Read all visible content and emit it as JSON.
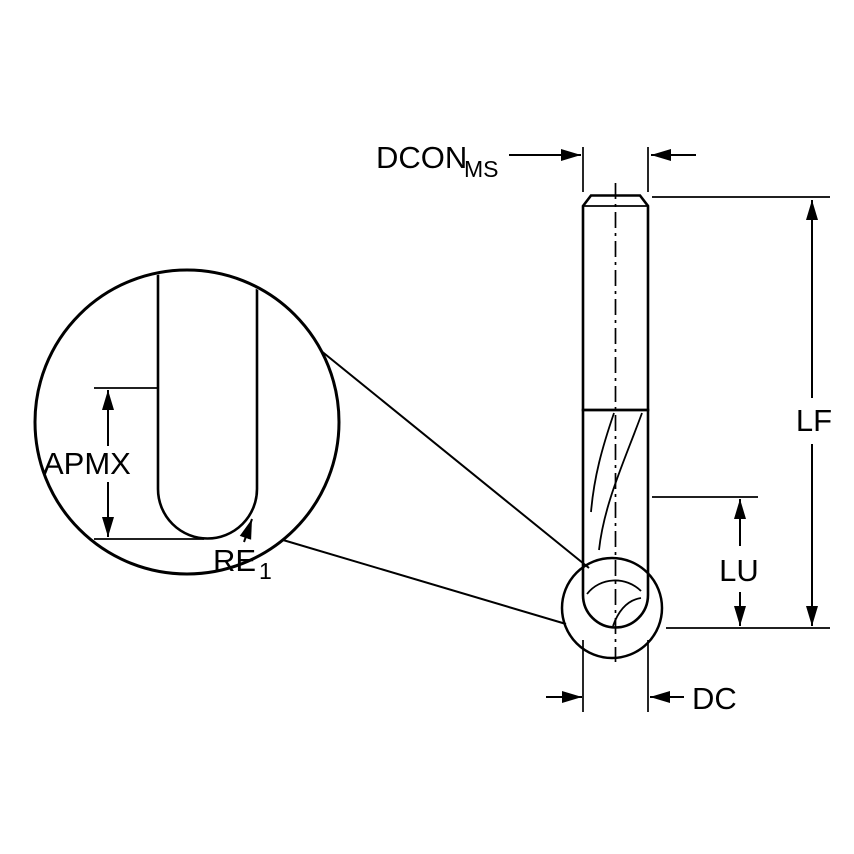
{
  "labels": {
    "dcon": "DCON",
    "dcon_subscript": "MS",
    "lf": "LF",
    "lu": "LU",
    "dc": "DC",
    "apmx": "APMX",
    "re": "RE",
    "re_subscript": "1"
  },
  "colors": {
    "background": "#ffffff",
    "line": "#000000",
    "shank_fill": "#f1f1f1",
    "flute_fill": "#a7c4d6"
  }
}
